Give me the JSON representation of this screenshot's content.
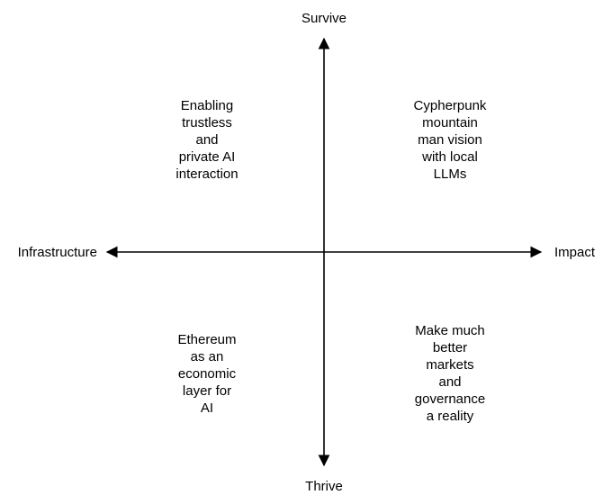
{
  "diagram": {
    "background_color": "#ffffff",
    "line_color": "#000000",
    "text_color": "#000000",
    "axes": {
      "vertical": {
        "top_label": "Survive",
        "bottom_label": "Thrive"
      },
      "horizontal": {
        "left_label": "Infrastructure",
        "right_label": "Impact"
      }
    },
    "quadrants": {
      "top_left": "Enabling\ntrustless\nand\nprivate AI\ninteraction",
      "top_right": "Cypherpunk\nmountain\nman vision\nwith local\nLLMs",
      "bottom_left": "Ethereum\nas an\neconomic\nlayer for\nAI",
      "bottom_right": "Make much\nbetter\nmarkets\nand\ngovernance\na reality"
    }
  }
}
